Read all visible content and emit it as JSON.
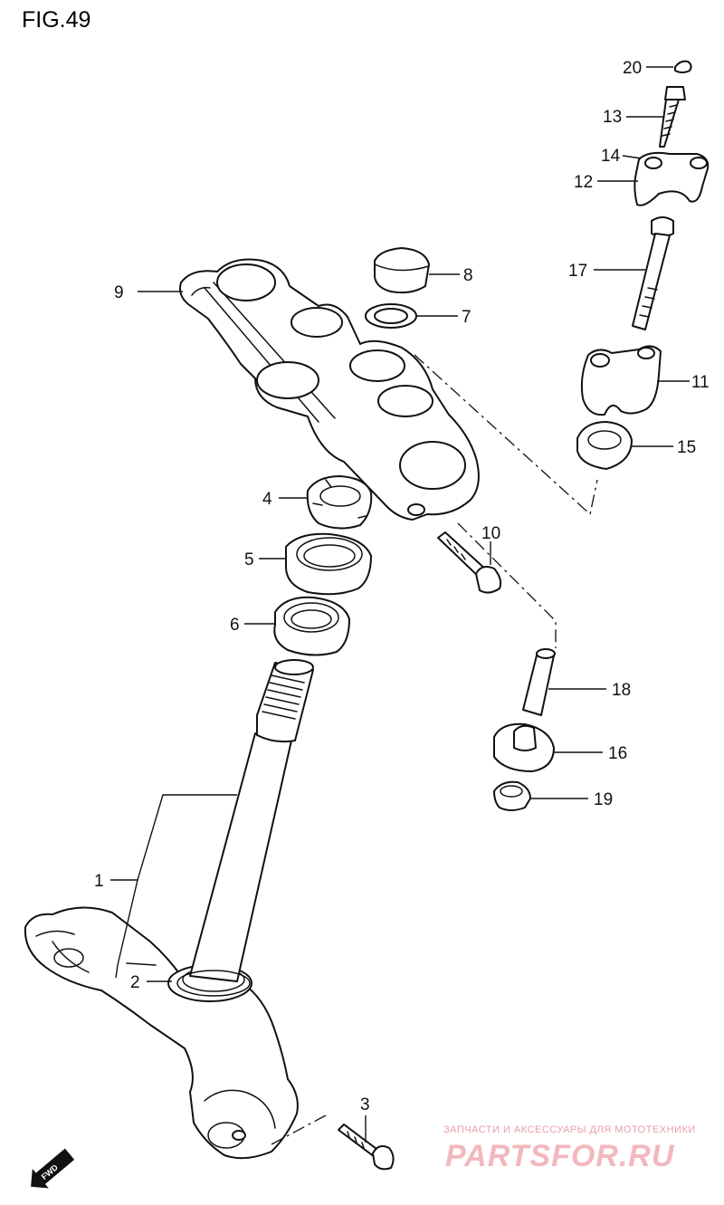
{
  "figure": {
    "title": "FIG.49"
  },
  "callouts": {
    "p1": "1",
    "p2": "2",
    "p3": "3",
    "p4": "4",
    "p5": "5",
    "p6": "6",
    "p7": "7",
    "p8": "8",
    "p9": "9",
    "p10": "10",
    "p11": "11",
    "p12": "12",
    "p13": "13",
    "p14": "14",
    "p15": "15",
    "p16": "16",
    "p17": "17",
    "p18": "18",
    "p19": "19",
    "p20": "20"
  },
  "fwd_marker": {
    "label": "FWD"
  },
  "watermark": {
    "tagline": "ЗАПЧАСТИ И АКСЕССУАРЫ ДЛЯ МОТОТЕХНИКИ",
    "brand": "PARTSFOR.RU",
    "color": "#f2b8bd"
  }
}
